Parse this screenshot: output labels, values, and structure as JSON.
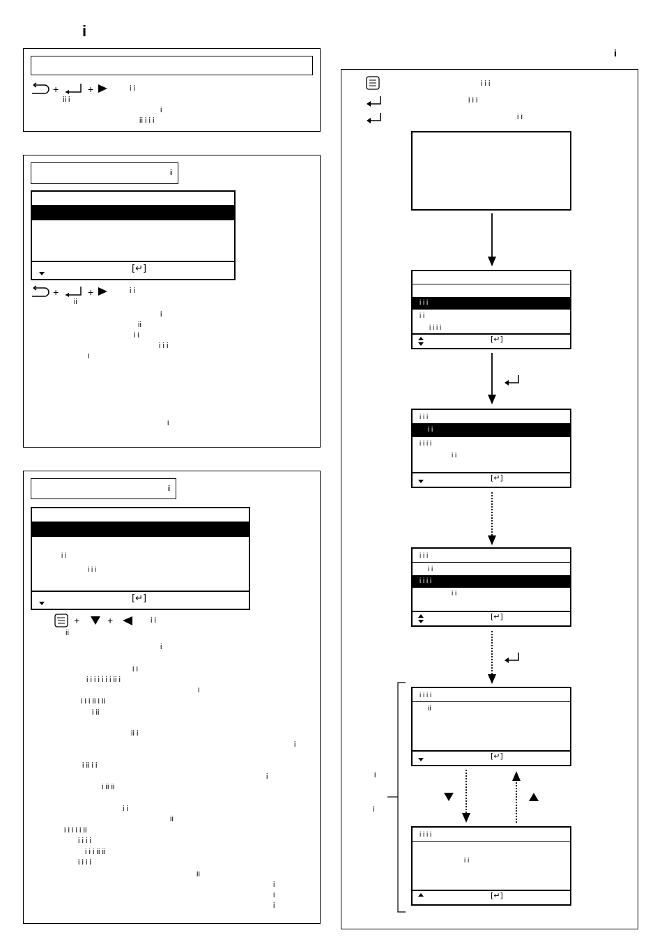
{
  "page_title": "i",
  "right_corner": "i",
  "colors": {
    "ink": "#000000",
    "paper": "#ffffff"
  },
  "box1": {
    "text": [
      "i i",
      "ii i",
      "i",
      "ii i i i"
    ]
  },
  "box2": {
    "label_i": "i",
    "lcd_enter": "[↵]",
    "text": [
      "i i",
      "ii",
      "i",
      "ii",
      "i i",
      "i i i",
      "i",
      "i"
    ]
  },
  "box3": {
    "label_i": "i",
    "lcd_rows": [
      "i i",
      "i i i"
    ],
    "lcd_enter": "[↵]",
    "text": [
      "i i",
      "ii",
      "i",
      "i i",
      "i i i i i i i ii i",
      "i",
      "i i i ii i ii",
      "i ii",
      "ii i",
      "i",
      "i ii i i",
      "i",
      "i ii ii",
      "i i",
      "ii",
      "i i i i i ii",
      "i i i i",
      "i i i ii ii",
      "i i i i",
      "ii",
      "i",
      "i",
      "i"
    ]
  },
  "flow": {
    "legend": [
      "i i i",
      "i i i",
      "i i"
    ],
    "screen2": {
      "rows": [
        "i i i",
        "i i",
        "i i i i"
      ],
      "enter": "[↵]"
    },
    "screen3": {
      "rows": [
        "i i i",
        "i i",
        "i i i i",
        "i i"
      ],
      "enter": "[↵]"
    },
    "screen4": {
      "rows": [
        "i i i",
        "i i",
        "i i i i",
        "i i"
      ],
      "enter": "[↵]"
    },
    "screen5": {
      "rows": [
        "i i i i",
        "ii"
      ],
      "enter": "[↵]"
    },
    "screen6": {
      "rows": [
        "i i i i",
        "i i"
      ],
      "enter": "[↵]"
    },
    "side_labels": [
      "i",
      "i"
    ]
  }
}
